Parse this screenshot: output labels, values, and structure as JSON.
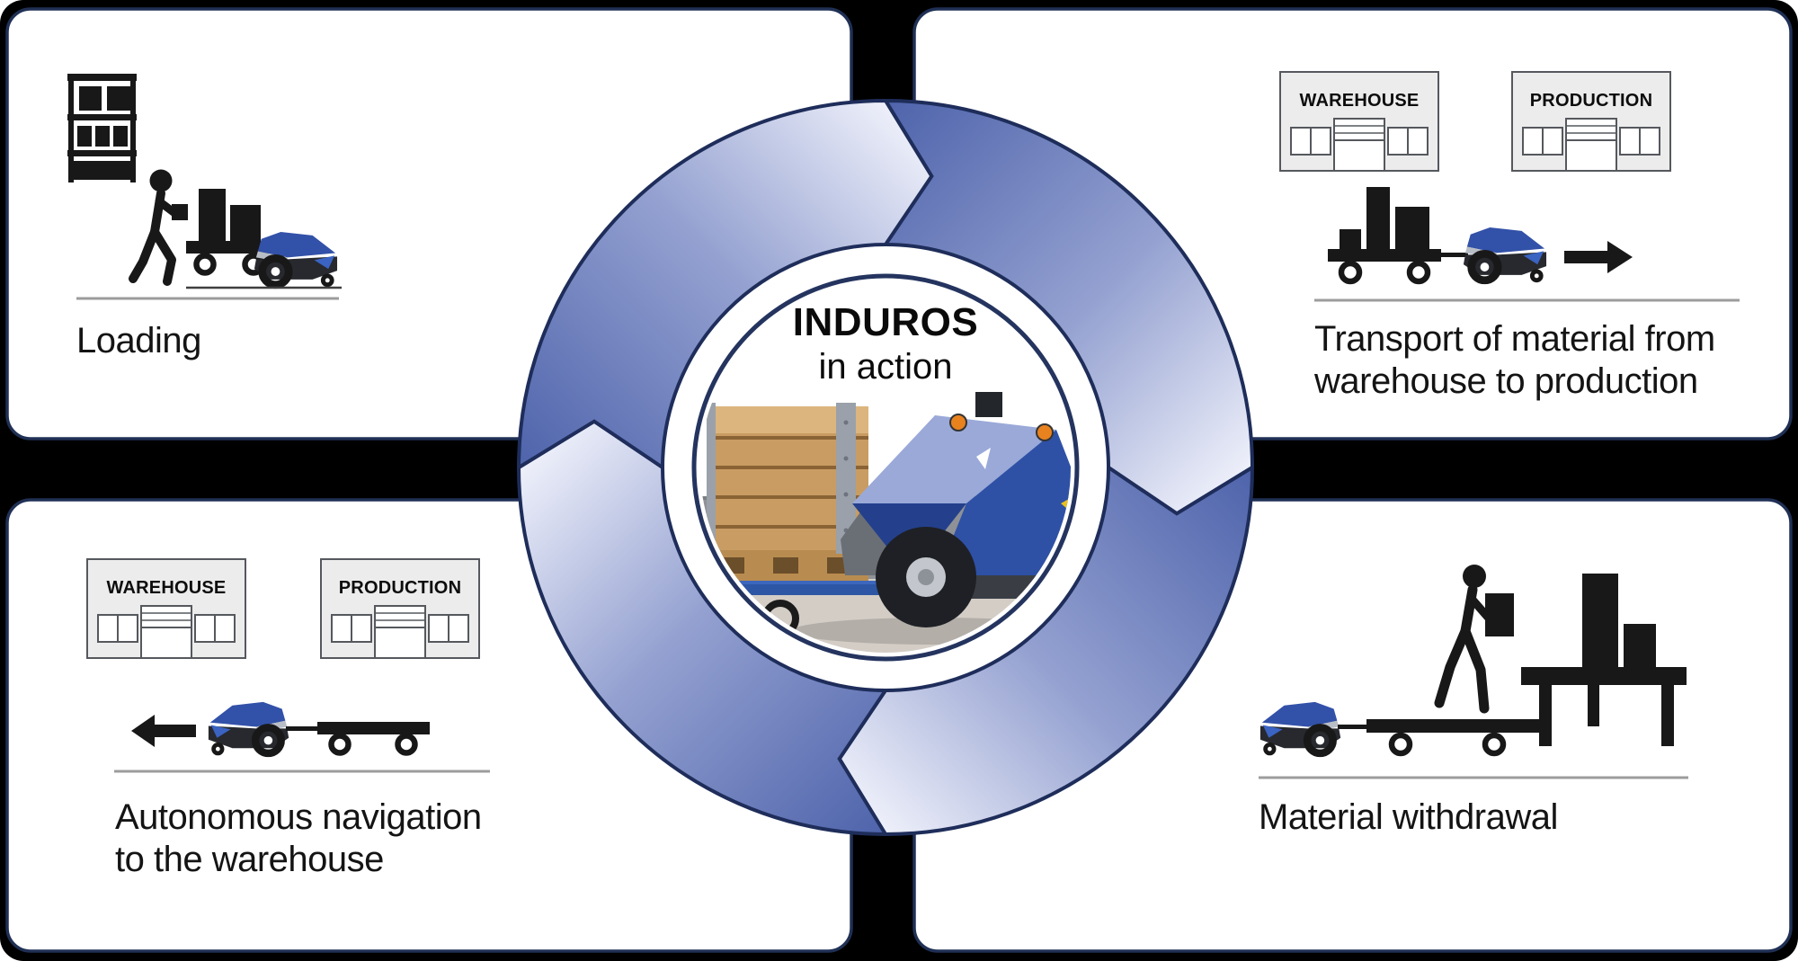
{
  "diagram_title": "INDUROS in action cycle diagram",
  "center": {
    "title": "INDUROS",
    "subtitle": "in action"
  },
  "panels": {
    "top_left": {
      "caption": "Loading"
    },
    "top_right": {
      "buildings": [
        "WAREHOUSE",
        "PRODUCTION"
      ],
      "caption_line1": "Transport of material from",
      "caption_line2": "warehouse to production"
    },
    "bottom_left": {
      "buildings": [
        "WAREHOUSE",
        "PRODUCTION"
      ],
      "caption_line1": "Autonomous navigation",
      "caption_line2": "to the warehouse"
    },
    "bottom_right": {
      "caption": "Material withdrawal"
    }
  },
  "colors": {
    "background": "#000000",
    "panel_fill": "#ffffff",
    "panel_border": "#203055",
    "ring_blue_tail": "#4e63ab",
    "ring_mid": "#93a0d0",
    "ring_light_head": "#eef0fa",
    "ring_outline": "#1e2d5a",
    "building_fill": "#ececec",
    "icon_black": "#181818",
    "robot_blue": "#3251a8",
    "robot_silver": "#b9bec6",
    "photo_wood": "#c89c63",
    "photo_wall": "#8e9296",
    "photo_ground": "#d3cdc6",
    "separator_gray": "#9c9c9c"
  },
  "icons": {
    "shelf": "storage-rack-icon",
    "worker": "person-carrying-box-icon",
    "trailer": "flatbed-trailer-icon",
    "robot": "induros-tug-robot-icon",
    "arrow_right": "arrow-right-icon",
    "arrow_left": "arrow-left-icon",
    "table": "workbench-icon",
    "building": "factory-building-icon"
  }
}
